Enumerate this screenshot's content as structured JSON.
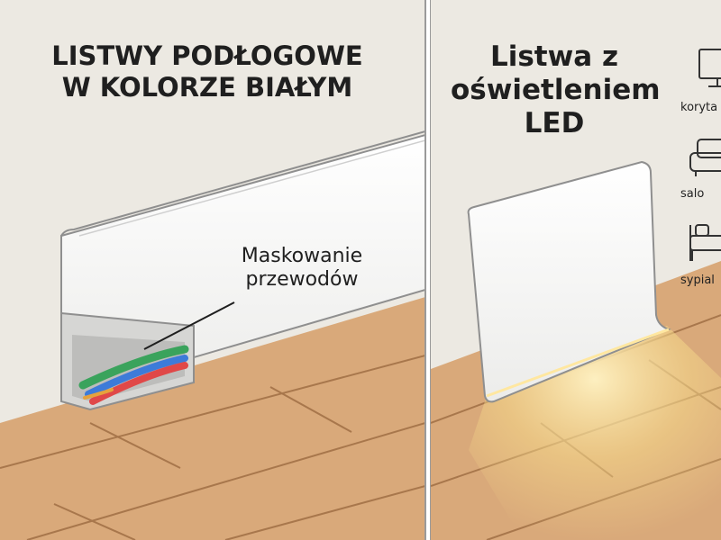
{
  "left_panel": {
    "title_lines": [
      "LISTWY PODŁOGOWE",
      "W KOLORZE BIAŁYM"
    ],
    "callout_lines": [
      "Maskowanie",
      "przewodów"
    ],
    "wire_colors": [
      "#3aa35c",
      "#3d7bd9",
      "#e04848",
      "#e6a23c"
    ]
  },
  "right_panel": {
    "title_lines": [
      "Listwa z",
      "oświetleniem",
      "LED"
    ],
    "rooms": [
      {
        "label": "koryta",
        "icon": "monitor-icon"
      },
      {
        "label": "salo",
        "icon": "sofa-icon"
      },
      {
        "label": "sypial",
        "icon": "bed-icon"
      }
    ],
    "led_glow_color": "#f6d98a"
  },
  "colors": {
    "wall": "#ece9e2",
    "floor": "#d9a97a",
    "floor_line": "#a8774c",
    "baseboard": "#f7f7f5",
    "outline": "#8f8f8f",
    "divider": "#9a9a9a"
  }
}
